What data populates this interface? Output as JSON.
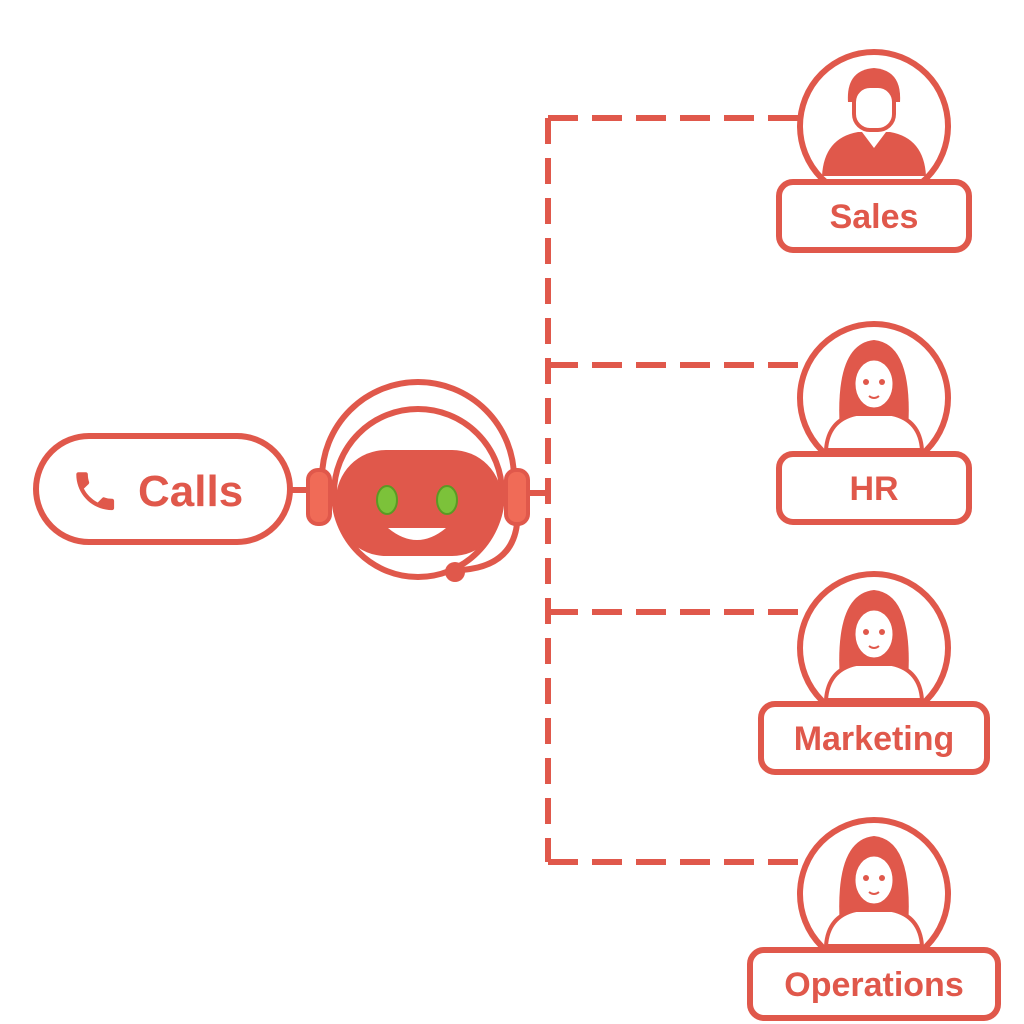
{
  "colors": {
    "accent": "#e0584b",
    "accent_light": "#f06b57",
    "eye_green": "#7cc23a",
    "background": "#ffffff"
  },
  "source": {
    "label": "Calls",
    "icon": "phone-icon"
  },
  "router": {
    "icon": "robot-headset-icon"
  },
  "departments": [
    {
      "label": "Sales",
      "icon": "male-agent-icon"
    },
    {
      "label": "HR",
      "icon": "female-agent-icon"
    },
    {
      "label": "Marketing",
      "icon": "female-agent-icon"
    },
    {
      "label": "Operations",
      "icon": "female-agent-icon"
    }
  ]
}
